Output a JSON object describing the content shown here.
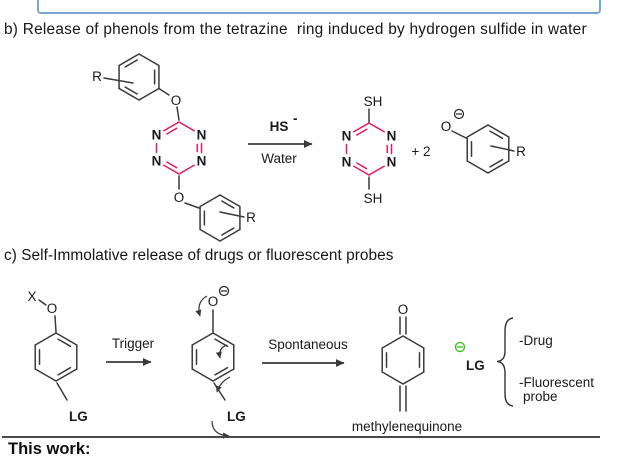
{
  "section_b": {
    "title": "b) Release of phenols from the tetrazine  ring induced by hydrogen sulfide in water"
  },
  "section_c": {
    "title": "c) Self-Immolative release of drugs or fluorescent probes"
  },
  "footer": {
    "this_work": "This work:"
  },
  "labels": {
    "R": "R",
    "O": "O",
    "N": "N",
    "SH": "SH",
    "X": "X",
    "LG": "LG",
    "hs": "HS",
    "hs_charge": "-",
    "water": "Water",
    "plus_two": "+ 2",
    "trigger": "Trigger",
    "spontaneous": "Spontaneous",
    "methylenequinone": "methylenequinone",
    "drug": "-Drug",
    "fluorescent": "-Fluorescent",
    "probe": "probe"
  },
  "colors": {
    "tetrazine": "#e5195e",
    "leaving_group": "#35c213",
    "bond": "#3a3a3a",
    "box_border": "#79a5d6"
  }
}
